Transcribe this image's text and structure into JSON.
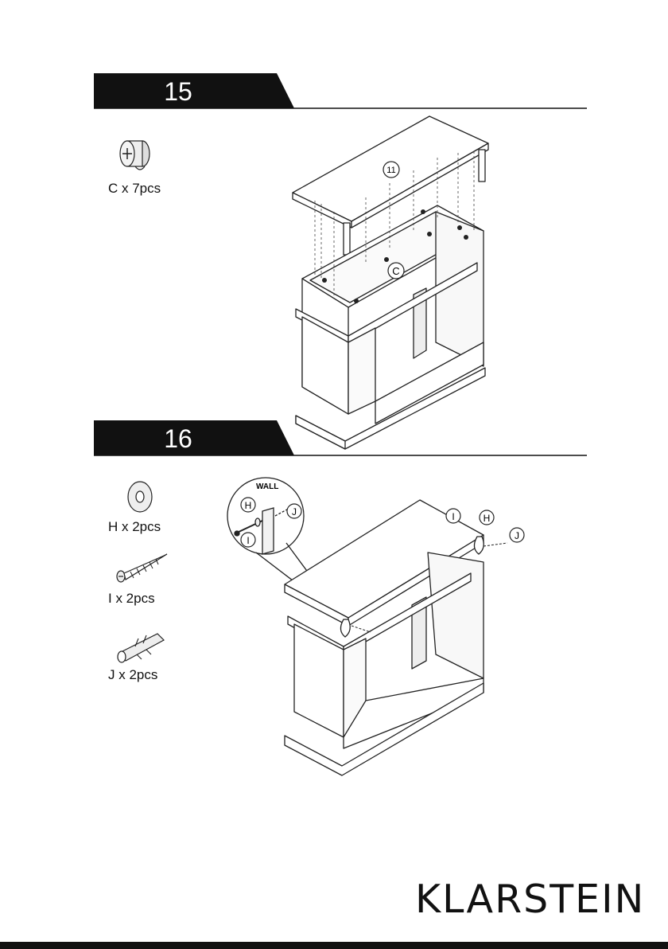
{
  "steps": [
    {
      "number": "15",
      "parts": [
        {
          "icon": "cam-lock-icon",
          "label": "C x 7pcs"
        }
      ],
      "callouts": {
        "panel": "11",
        "fitting": "C"
      }
    },
    {
      "number": "16",
      "parts": [
        {
          "icon": "washer-icon",
          "label": "H x 2pcs"
        },
        {
          "icon": "screw-icon",
          "label": "I x 2pcs"
        },
        {
          "icon": "wall-plug-icon",
          "label": "J x 2pcs"
        }
      ],
      "callouts": {
        "wall": "WALL",
        "h": "H",
        "i": "I",
        "j": "J"
      }
    }
  ],
  "brand": {
    "logo": "KLARSTEIN"
  },
  "colors": {
    "ink": "#111111",
    "paper": "#ffffff"
  }
}
